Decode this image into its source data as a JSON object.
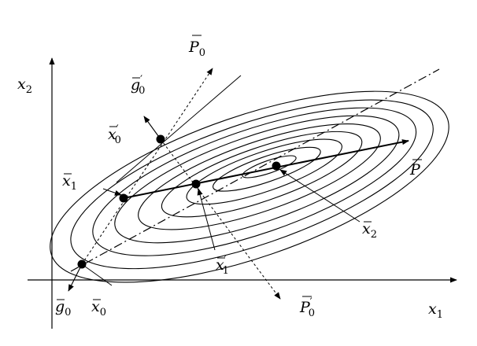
{
  "labels": {
    "x2_axis": {
      "base": "x",
      "sub": "2"
    },
    "x1_axis": {
      "base": "x",
      "sub": "1"
    },
    "P0": {
      "base": "P",
      "bar": true,
      "sub": "0"
    },
    "g0_prime": {
      "base": "g",
      "bar": true,
      "sub": "0",
      "prime": "′"
    },
    "x0_prime": {
      "base": "x",
      "bar": true,
      "sub": "0",
      "prime": "′"
    },
    "x1": {
      "base": "x",
      "bar": true,
      "sub": "1"
    },
    "P": {
      "base": "P",
      "bar": true
    },
    "x2": {
      "base": "x",
      "bar": true,
      "sub": "2"
    },
    "x1_prime": {
      "base": "x",
      "bar": true,
      "sub": "1",
      "prime": "′"
    },
    "P0_prime": {
      "base": "P",
      "bar": true,
      "sub": "0",
      "prime": "′"
    },
    "g0": {
      "base": "g",
      "bar": true,
      "sub": "0"
    },
    "x0": {
      "base": "x",
      "bar": true,
      "sub": "0"
    }
  }
}
